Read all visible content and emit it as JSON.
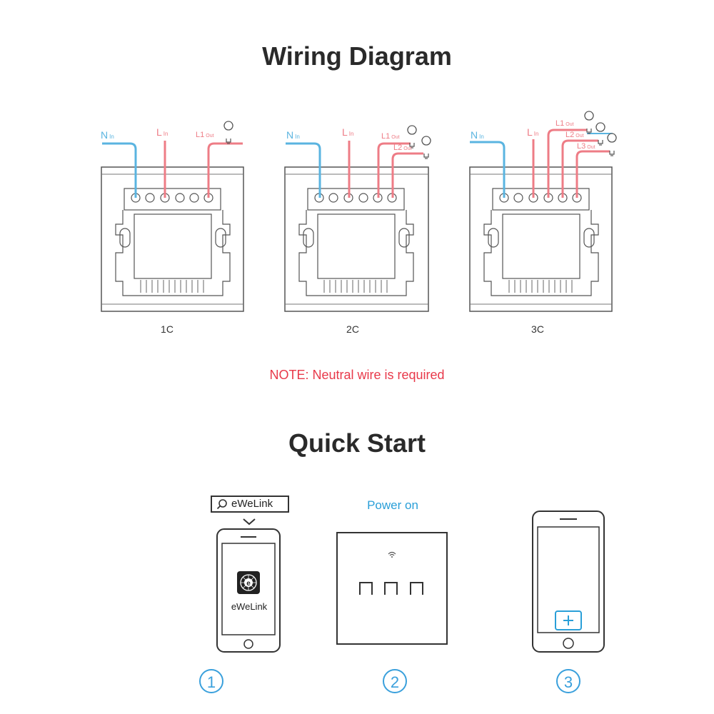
{
  "wiring": {
    "title": "Wiring Diagram",
    "labels": {
      "n_in": "N",
      "l_in": "L",
      "l1_out": "L1",
      "l2_out": "L2",
      "l3_out": "L3",
      "in_sub": "In",
      "out_sub": "Out"
    },
    "variants": [
      "1C",
      "2C",
      "3C"
    ],
    "note": "NOTE: Neutral wire is required"
  },
  "quick_start": {
    "title": "Quick Start",
    "search_text": "eWeLink",
    "app_name": "eWeLink",
    "power_label": "Power on",
    "steps": [
      "1",
      "2",
      "3"
    ]
  },
  "colors": {
    "neutral": "#5ab4e0",
    "live": "#ee7c86",
    "note": "#e8394a",
    "accent": "#2a9fd8"
  }
}
